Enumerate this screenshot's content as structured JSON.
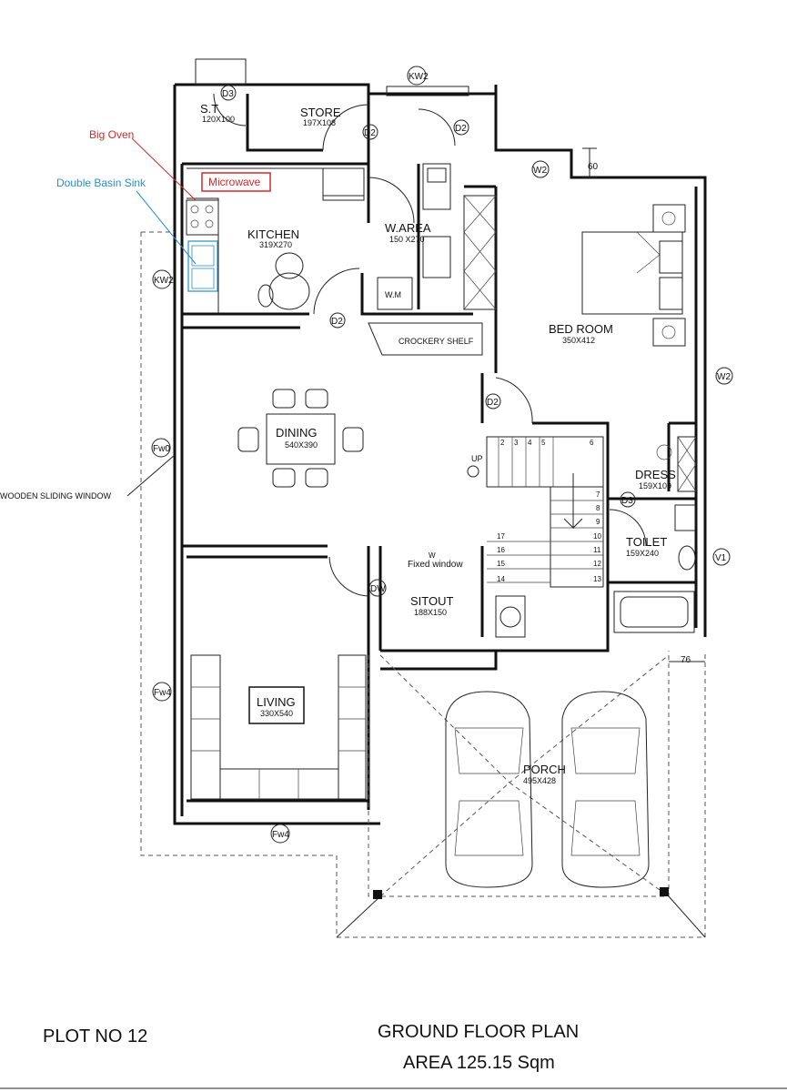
{
  "rooms": {
    "store": {
      "name": "STORE",
      "size": "197X108"
    },
    "st": {
      "name": "S.T",
      "size": "120X100"
    },
    "kitchen": {
      "name": "KITCHEN",
      "size": "319X270"
    },
    "warea": {
      "name": "W.AREA",
      "size": "150 X270"
    },
    "bedroom": {
      "name": "BED ROOM",
      "size": "350X412"
    },
    "dining": {
      "name": "DINING",
      "size": "540X390"
    },
    "dress": {
      "name": "DRESS",
      "size": "159X109"
    },
    "toilet": {
      "name": "TOILET",
      "size": "159X240"
    },
    "sitout": {
      "name": "SITOUT",
      "size": "188X150"
    },
    "living": {
      "name": "LIVING",
      "size": "330X540"
    },
    "porch": {
      "name": "PORCH",
      "size": "495X428"
    }
  },
  "annotations": {
    "big_oven": "Big Oven",
    "double_basin_sink": "Double Basin Sink",
    "microwave": "Microwave",
    "wooden_sliding_window": "WOODEN SLIDING WINDOW",
    "crockery_shelf": "CROCKERY SHELF",
    "wm": "W.M",
    "up": "UP",
    "fixed_window": "Fixed window",
    "fixed_window_tag": "W",
    "dim_60": "60",
    "dim_76": "76"
  },
  "tags": {
    "kw2_top": "KW2",
    "kw2_left": "KW2",
    "d3_st": "D3",
    "d2_store": "D2",
    "d2_warea": "D2",
    "d2_kitchen": "D2",
    "d2_bed": "D2",
    "d3_toilet": "D3",
    "w2_top": "W2",
    "w2_right": "W2",
    "fw0": "Fw0",
    "fw4_left": "Fw4",
    "fw4_bottom": "Fw4",
    "dw": "DW",
    "v1": "V1"
  },
  "stairs": {
    "steps_top": [
      "2",
      "3",
      "4",
      "5",
      "6"
    ],
    "steps_right": [
      "7",
      "8",
      "9",
      "10",
      "11",
      "12",
      "13"
    ],
    "steps_left": [
      "17",
      "16",
      "15",
      "14"
    ]
  },
  "footer": {
    "plot": "PLOT NO 12",
    "title": "GROUND FLOOR PLAN",
    "area": "AREA 125.15 Sqm"
  },
  "colors": {
    "big_oven": "#d22a2a",
    "sink": "#2a8fc9",
    "microwave": "#d22a2a"
  }
}
